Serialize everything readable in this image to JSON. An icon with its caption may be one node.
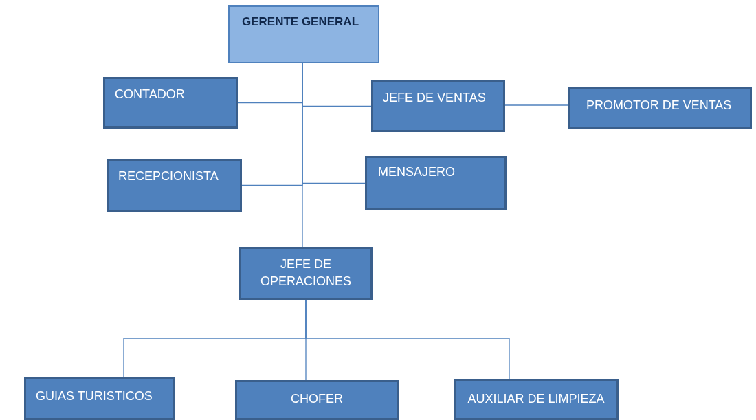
{
  "diagram": {
    "nodes": [
      {
        "text": [
          "GERENTE  GENERAL"
        ]
      },
      {
        "text": [
          "CONTADOR"
        ]
      },
      {
        "text": [
          "JEFE DE VENTAS"
        ]
      },
      {
        "text": [
          "PROMOTOR DE VENTAS"
        ]
      },
      {
        "text": [
          "RECEPCIONISTA"
        ]
      },
      {
        "text": [
          "MENSAJERO"
        ]
      },
      {
        "text": [
          "JEFE DE OPERACIONES"
        ]
      },
      {
        "text": [
          "GUIAS TURISTICOS"
        ]
      },
      {
        "text": [
          "CHOFER"
        ]
      },
      {
        "text": [
          "AUXILIAR DE LIMPIEZA"
        ]
      }
    ],
    "edges": [
      {
        "from": 0,
        "to": 1,
        "arrow": "none"
      },
      {
        "from": 0,
        "to": 2,
        "arrow": "none"
      },
      {
        "from": 2,
        "to": 3,
        "arrow": "none"
      },
      {
        "from": 0,
        "to": 4,
        "arrow": "none"
      },
      {
        "from": 0,
        "to": 5,
        "arrow": "none"
      },
      {
        "from": 0,
        "to": 6,
        "arrow": "none"
      },
      {
        "from": 6,
        "to": 7,
        "arrow": "none"
      },
      {
        "from": 6,
        "to": 8,
        "arrow": "none"
      },
      {
        "from": 6,
        "to": 9,
        "arrow": "none"
      }
    ]
  }
}
